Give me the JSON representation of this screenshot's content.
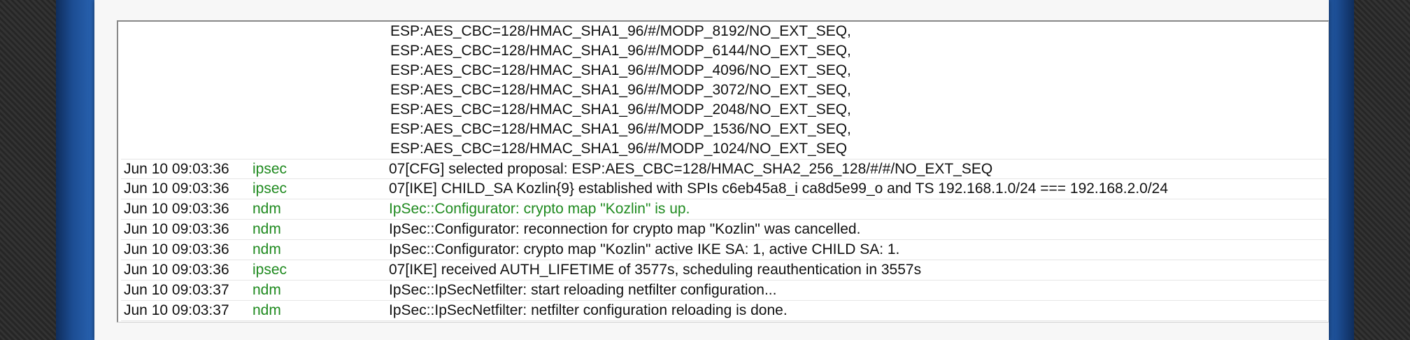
{
  "log": {
    "continuation_lines": [
      "ESP:AES_CBC=128/HMAC_SHA1_96/#/MODP_8192/NO_EXT_SEQ,",
      "ESP:AES_CBC=128/HMAC_SHA1_96/#/MODP_6144/NO_EXT_SEQ,",
      "ESP:AES_CBC=128/HMAC_SHA1_96/#/MODP_4096/NO_EXT_SEQ,",
      "ESP:AES_CBC=128/HMAC_SHA1_96/#/MODP_3072/NO_EXT_SEQ,",
      "ESP:AES_CBC=128/HMAC_SHA1_96/#/MODP_2048/NO_EXT_SEQ,",
      "ESP:AES_CBC=128/HMAC_SHA1_96/#/MODP_1536/NO_EXT_SEQ,",
      "ESP:AES_CBC=128/HMAC_SHA1_96/#/MODP_1024/NO_EXT_SEQ"
    ],
    "entries": [
      {
        "date": "Jun 10 09:03:36",
        "process": "ipsec",
        "message": "07[CFG] selected proposal: ESP:AES_CBC=128/HMAC_SHA2_256_128/#/#/NO_EXT_SEQ"
      },
      {
        "date": "Jun 10 09:03:36",
        "process": "ipsec",
        "message": "07[IKE] CHILD_SA Kozlin{9} established with SPIs c6eb45a8_i ca8d5e99_o and TS 192.168.1.0/24 === 192.168.2.0/24"
      },
      {
        "date": "Jun 10 09:03:36",
        "process": "ndm",
        "message": "IpSec::Configurator: crypto map \"Kozlin\" is up."
      },
      {
        "date": "Jun 10 09:03:36",
        "process": "ndm",
        "message": "IpSec::Configurator: reconnection for crypto map \"Kozlin\" was cancelled."
      },
      {
        "date": "Jun 10 09:03:36",
        "process": "ndm",
        "message": "IpSec::Configurator: crypto map \"Kozlin\" active IKE SA: 1, active CHILD SA: 1."
      },
      {
        "date": "Jun 10 09:03:36",
        "process": "ipsec",
        "message": "07[IKE] received AUTH_LIFETIME of 3577s, scheduling reauthentication in 3557s"
      },
      {
        "date": "Jun 10 09:03:37",
        "process": "ndm",
        "message": "IpSec::IpSecNetfilter: start reloading netfilter configuration..."
      },
      {
        "date": "Jun 10 09:03:37",
        "process": "ndm",
        "message": "IpSec::IpSecNetfilter: netfilter configuration reloading is done."
      }
    ]
  },
  "colors": {
    "process": "#1f8a1f",
    "highlight_message": "#1f8a1f",
    "frame_blue": "#2760ad"
  }
}
